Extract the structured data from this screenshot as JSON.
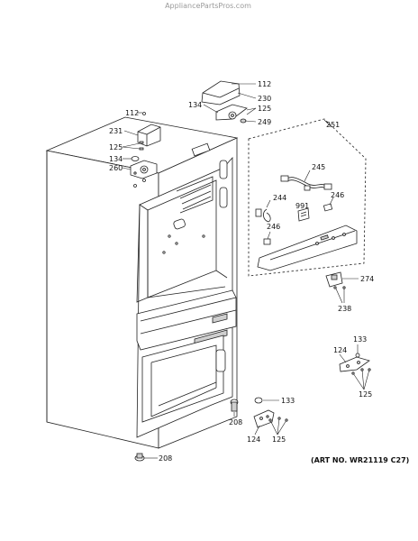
{
  "watermark": "AppliancePartsPros.com",
  "art_number": "(ART NO. WR21119 C27)",
  "callouts": {
    "c112_top": "112",
    "c230": "230",
    "c134_top": "134",
    "c125_top": "125",
    "c249": "249",
    "c112_left": "112",
    "c231": "231",
    "c125_left": "125",
    "c134_left": "134",
    "c260": "260",
    "c251": "251",
    "c245": "245",
    "c244": "244",
    "c991": "991",
    "c246_right": "246",
    "c246_left": "246",
    "c274": "274",
    "c238": "238",
    "c133_right": "133",
    "c124_right": "124",
    "c125_right": "125",
    "c133_bottom": "133",
    "c208_bottom": "208",
    "c124_bottom": "124",
    "c125_bottom": "125",
    "c208_foot": "208"
  }
}
